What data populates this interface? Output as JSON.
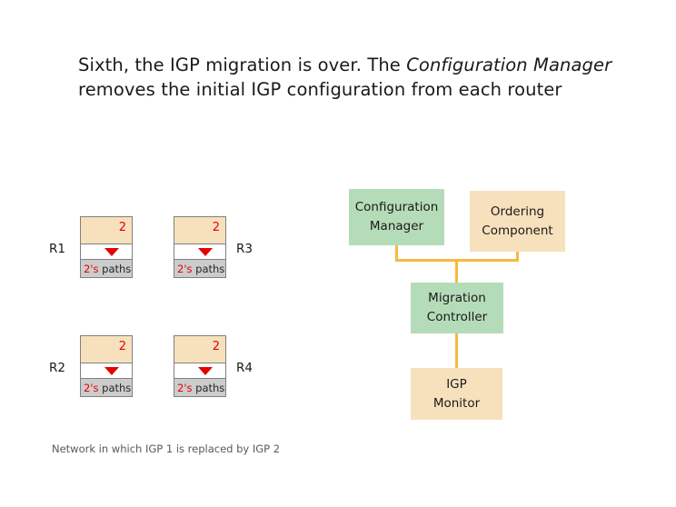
{
  "slide": {
    "title": {
      "line1_pre": "Sixth, the IGP migration is over. The ",
      "line1_em": "Configuration Manager",
      "line2": "removes the initial IGP configuration from each router"
    },
    "caption": "Network in which IGP 1 is replaced by IGP 2"
  },
  "network": {
    "routers": [
      {
        "id": "R1",
        "label": "R1",
        "label_side": "left",
        "igp_number": "2",
        "paths_num": "2's",
        "paths_word": "paths",
        "arrow": "down-triangle"
      },
      {
        "id": "R3",
        "label": "R3",
        "label_side": "right",
        "igp_number": "2",
        "paths_num": "2's",
        "paths_word": "paths",
        "arrow": "down-triangle"
      },
      {
        "id": "R2",
        "label": "R2",
        "label_side": "left",
        "igp_number": "2",
        "paths_num": "2's",
        "paths_word": "paths",
        "arrow": "down-triangle"
      },
      {
        "id": "R4",
        "label": "R4",
        "label_side": "right",
        "igp_number": "2",
        "paths_num": "2's",
        "paths_word": "paths",
        "arrow": "down-triangle"
      }
    ]
  },
  "architecture": {
    "boxes": [
      {
        "id": "configuration-manager",
        "line1": "Configuration",
        "line2": "Manager",
        "color": "#b5dcb8"
      },
      {
        "id": "ordering-component",
        "line1": "Ordering",
        "line2": "Component",
        "color": "#f6e1bc"
      },
      {
        "id": "migration-controller",
        "line1": "Migration",
        "line2": "Controller",
        "color": "#b5dcb8"
      },
      {
        "id": "igp-monitor",
        "line1": "IGP",
        "line2": "Monitor",
        "color": "#f6e1bc"
      }
    ],
    "connector_color": "#f5b940"
  },
  "colors": {
    "tan": "#f6e1bc",
    "green": "#b5dcb8",
    "gray_fill": "#cccccc",
    "border": "#808080",
    "red": "#e60000",
    "amber": "#f5b940",
    "text": "#1a1a1a",
    "caption_text": "#595959",
    "background": "#ffffff"
  }
}
